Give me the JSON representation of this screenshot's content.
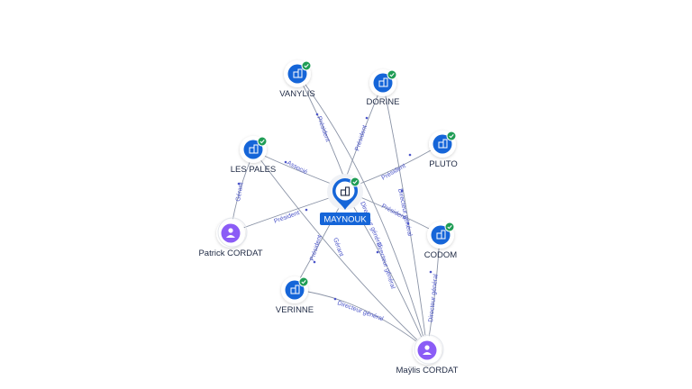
{
  "colors": {
    "company": "#1565d8",
    "person": "#8b5cf6",
    "check": "#1f9d55",
    "edge": "#7c8596",
    "edge_label": "#4b55c9",
    "focus_label_bg": "#1565d8"
  },
  "focus": {
    "label": "MAYNOUK",
    "icon": "building-icon"
  },
  "nodes": {
    "vanylis": {
      "label": "VANYLIS",
      "type": "company",
      "verified": true
    },
    "dorine": {
      "label": "DORINE",
      "type": "company",
      "verified": true
    },
    "pluto": {
      "label": "PLUTO",
      "type": "company",
      "verified": true
    },
    "les_pales": {
      "label": "LES PALES",
      "type": "company",
      "verified": true
    },
    "codom": {
      "label": "CODOM",
      "type": "company",
      "verified": true
    },
    "verinne": {
      "label": "VERINNE",
      "type": "company",
      "verified": true
    },
    "patrick": {
      "label": "Patrick CORDAT",
      "type": "person",
      "verified": false
    },
    "maylis": {
      "label": "Maÿlis CORDAT",
      "type": "person",
      "verified": false
    }
  },
  "edges": {
    "vanylis": "Président",
    "dorine": "Président",
    "pluto": "Président",
    "les_pales": "Associé",
    "codom": "Président",
    "verinne": "Président",
    "patrick": "Président",
    "patrick_lespales": "Gérant",
    "maylis_gerant": "Gérant",
    "maylis_dg1": "Directeur général",
    "maylis_dg2": "Directeur général",
    "maylis_dg_dorine": "Directeur général",
    "maylis_dg_codom": "Directeur général",
    "maylis_dg_verinne": "Directeur général"
  }
}
